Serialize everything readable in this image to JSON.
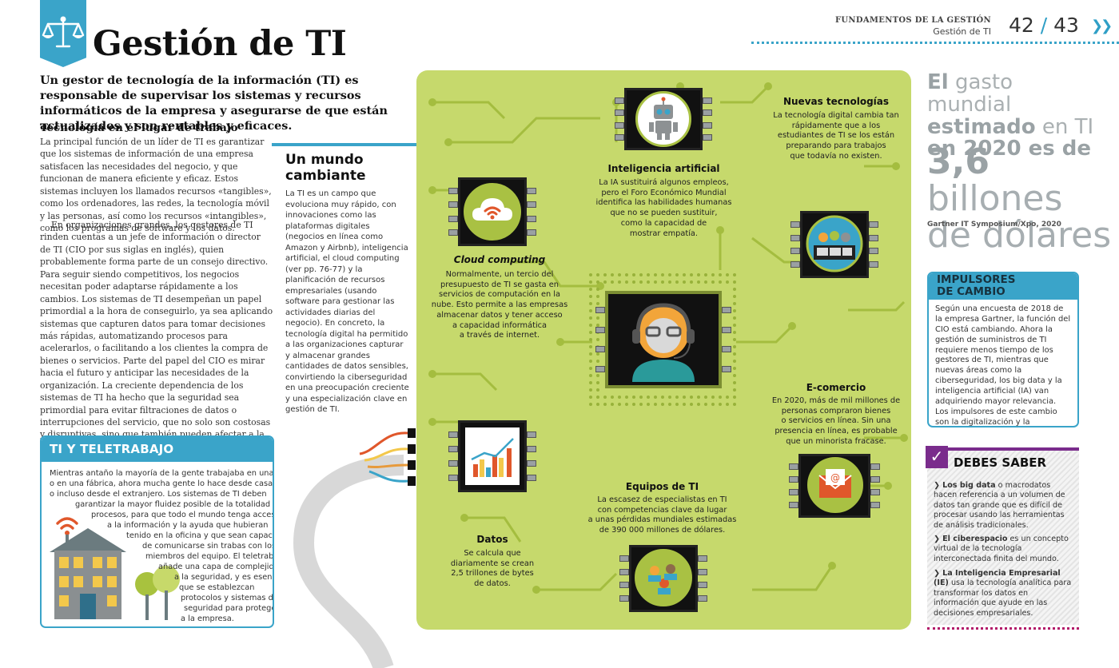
{
  "header": {
    "section": "FUNDAMENTOS DE LA GESTIÓN",
    "subsection": "Gestión de TI",
    "page_left": "42",
    "page_sep": "/",
    "page_right": "43",
    "title": "Gestión de TI",
    "emblem_icon": "scales-of-justice-icon"
  },
  "intro": "Un gestor de tecnología de la información (TI) es responsable de supervisar los sistemas y recursos informáticos de la empresa y asegurarse de que están actualizados y son rentables y eficaces.",
  "workplace": {
    "heading": "Tecnología en el lugar de trabajo",
    "p1": "La principal función de un líder de TI es garantizar que los sistemas de información de una empresa satisfacen las necesidades del negocio, y que funcionan de manera eficiente y eficaz. Estos sistemas incluyen los llamados recursos «tangibles», como los ordenadores, las redes, la tecnología móvil y las personas, así como los recursos «intangibles», como los programas de software y los datos.",
    "p2": "En organizaciones grandes, los gestores de TI rinden cuentas a un jefe de información o director de TI (CIO por sus siglas en inglés), quien probablemente forma parte de un consejo directivo. Para seguir siendo competitivos, los negocios necesitan poder adaptarse rápidamente a los cambios. Los sistemas de TI desempeñan un papel primordial a la hora de conseguirlo, ya sea aplicando sistemas que capturen datos para tomar decisiones más rápidas, automatizando procesos para acelerarlos, o facilitando a los clientes la compra de bienes o servicios. Parte del papel del CIO es mirar hacia el futuro y anticipar las necesidades de la organización. La creciente dependencia de los sistemas de TI ha hecho que la seguridad sea primordial para evitar filtraciones de datos o interrupciones del servicio, que no solo son costosas y disruptivas, sino que también pueden afectar a la reputación de la organización."
  },
  "changing": {
    "heading_1": "Un mundo",
    "heading_2": "cambiante",
    "body": "La TI es un campo que evoluciona muy rápido, con innovaciones como las plataformas digitales (negocios en línea como Amazon y Airbnb), inteligencia artificial, el cloud computing (ver pp. 76-77) y la planificación de recursos empresariales (usando software para gestionar las actividades diarias del negocio). En concreto, la tecnología digital ha permitido a las organizaciones capturar y almacenar grandes cantidades de datos sensibles, convirtiendo la ciberseguridad en una preocupación creciente y una especialización clave en gestión de TI."
  },
  "telework": {
    "heading": "TI Y TELETRABAJO",
    "lines": [
      "Mientras antaño la mayoría de la gente trabajaba en una oficina",
      "o en una fábrica, ahora mucha gente lo hace desde casa",
      "o incluso desde el extranjero. Los sistemas de TI deben",
      "garantizar la mayor fluidez posible de la totalidad de los",
      "procesos, para que todo el mundo tenga acceso",
      "a la información y la ayuda que hubieran",
      "tenido en la oficina y que sean capaces",
      "de comunicarse sin trabas con los",
      "miembros del equipo. El teletrabajo",
      "añade una capa de complejidad",
      "a la seguridad, y es esencial",
      "que se establezcan",
      "protocolos y sistemas de",
      "seguridad para proteger",
      "a la empresa."
    ]
  },
  "board": {
    "ai": {
      "heading": "Inteligencia artificial",
      "lines": [
        "La IA sustituirá algunos empleos,",
        "pero el Foro Económico Mundial",
        "identifica las habilidades humanas",
        "que no se pueden sustituir,",
        "como la capacidad de",
        "mostrar empatía."
      ]
    },
    "newtech": {
      "heading": "Nuevas tecnologías",
      "lines": [
        "La tecnología digital cambia tan",
        "rápidamente que a los",
        "estudiantes de TI se los están",
        "preparando para trabajos",
        "que todavía no existen."
      ]
    },
    "cloud": {
      "heading": "Cloud computing",
      "lines": [
        "Normalmente, un tercio del",
        "presupuesto de TI se gasta en",
        "servicios de computación en la",
        "nube. Esto permite a las empresas",
        "almacenar datos y tener acceso",
        "a capacidad informática",
        "a través de internet."
      ]
    },
    "ecommerce": {
      "heading": "E-comercio",
      "lines": [
        "En 2020, más de mil millones de",
        "personas compraron bienes",
        "o servicios en línea. Sin una",
        "presencia en línea, es probable",
        "que un minorista fracase."
      ]
    },
    "teams": {
      "heading": "Equipos de TI",
      "lines": [
        "La escasez de especialistas en TI",
        "con competencias clave da lugar",
        "a unas pérdidas mundiales estimadas",
        "de 390 000 millones de dólares."
      ]
    },
    "data": {
      "heading": "Datos",
      "lines": [
        "Se calcula que",
        "diariamente se crean",
        "2,5 trillones de bytes",
        "de datos."
      ]
    }
  },
  "stat": {
    "line1_bold": "El",
    "line1_rest": " gasto mundial",
    "line2_bold": "estimado",
    "line2_rest": " en TI",
    "line3_bold": "en 2020 es de",
    "big_num": "3,6",
    "big_unit": " billones",
    "big_line2": "de dólares",
    "source": "Gartner IT Symposium/Xpo, 2020"
  },
  "drivers": {
    "heading_1": "IMPULSORES",
    "heading_2": "DE CAMBIO",
    "body": "Según una encuesta de 2018 de la empresa Gartner, la función del CIO está cambiando. Ahora la gestión de suministros de TI requiere menos tiempo de los gestores de TI, mientras que nuevas áreas como la ciberseguridad, los big data y la inteligencia artificial (IA) van adquiriendo mayor relevancia. Los impulsores de este cambio son la digitalización y la innovación tecnológica."
  },
  "know": {
    "heading": "DEBES SABER",
    "items": [
      {
        "term": "Los big data",
        "text": " o macrodatos hacen referencia a un volumen de datos tan grande que es difícil de procesar usando las herramientas de análisis tradicionales."
      },
      {
        "term": "El ciberespacio",
        "text": " es un concepto virtual de la tecnología interconectada finita del mundo."
      },
      {
        "term": "La Inteligencia Empresarial (IE)",
        "text": " usa la tecnología analítica para transformar los datos en información que ayude en las decisiones empresariales."
      }
    ]
  },
  "colors": {
    "accent": "#3aa4c9",
    "board": "#c6d96c",
    "trace": "#a4bd3f",
    "purple": "#7a2c8c"
  }
}
